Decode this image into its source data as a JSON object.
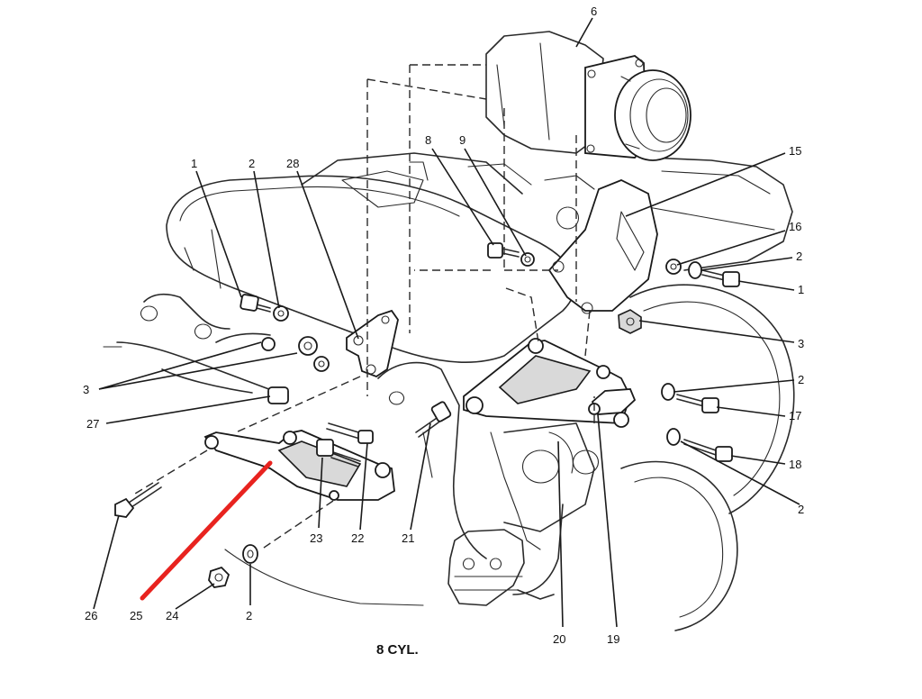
{
  "caption": "8 CYL.",
  "callouts": [
    {
      "label": "1"
    },
    {
      "label": "2"
    },
    {
      "label": "28"
    },
    {
      "label": "8"
    },
    {
      "label": "9"
    },
    {
      "label": "6"
    },
    {
      "label": "15"
    },
    {
      "label": "16"
    },
    {
      "label": "2"
    },
    {
      "label": "1"
    },
    {
      "label": "3"
    },
    {
      "label": "2"
    },
    {
      "label": "17"
    },
    {
      "label": "18"
    },
    {
      "label": "2"
    },
    {
      "label": "3"
    },
    {
      "label": "27"
    },
    {
      "label": "26"
    },
    {
      "label": "25"
    },
    {
      "label": "24"
    },
    {
      "label": "2"
    },
    {
      "label": "23"
    },
    {
      "label": "22"
    },
    {
      "label": "21"
    },
    {
      "label": "20"
    },
    {
      "label": "19"
    }
  ],
  "highlight_color": "#e8231f",
  "line_color": "#2a2a2a"
}
